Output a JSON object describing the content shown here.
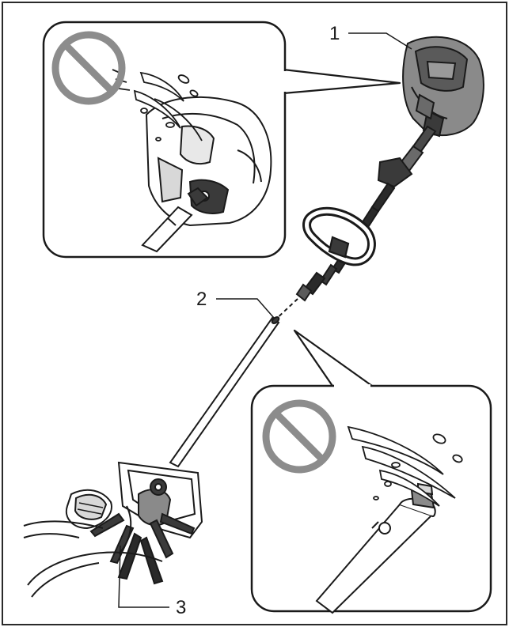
{
  "callouts": [
    {
      "id": "1",
      "label": "1"
    },
    {
      "id": "2",
      "label": "2"
    },
    {
      "id": "3",
      "label": "3"
    }
  ],
  "colors": {
    "prohibition": "#8c8c8c",
    "outline": "#1a1a1a",
    "dark_fill": "#3a3a3a",
    "mid_fill": "#8a8a8a",
    "light_fill": "#d8d8d8",
    "frame": "#2a2a2a"
  },
  "icons": [
    "prohibition-icon",
    "water-spray-icon"
  ]
}
